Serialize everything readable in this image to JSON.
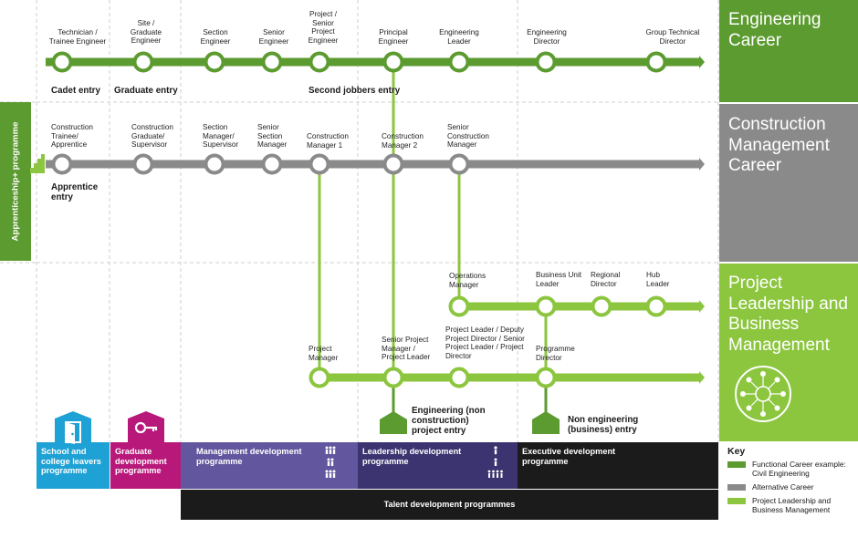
{
  "colors": {
    "engineering": "#5c9b30",
    "construction": "#8a8a8a",
    "project": "#8cc63f",
    "school": "#1ea1d4",
    "graduate": "#b8187a",
    "management": "#62579f",
    "leadership": "#3b3470",
    "executive": "#1b1b1b"
  },
  "panels": {
    "engineering": "Engineering Career",
    "construction": "Construction Management Career",
    "project": "Project Leadership and Business Management"
  },
  "apprenticeship_tab": "Apprenticeship+ programme",
  "engineering_roles": [
    "Technician / Trainee Engineer",
    "Site / Graduate Engineer",
    "Section Engineer",
    "Senior Engineer",
    "Project / Senior Project Engineer",
    "Principal Engineer",
    "Engineering Leader",
    "Engineering Director",
    "Group Technical Director"
  ],
  "engineering_entries": [
    "Cadet entry",
    "Graduate entry",
    "Second jobbers entry"
  ],
  "construction_roles": [
    "Construction Trainee/ Apprentice",
    "Construction Graduate/ Supervisor",
    "Section Manager/ Supervisor",
    "Senior Section Manager",
    "Construction Manager 1",
    "Construction Manager 2",
    "Senior Construction Manager"
  ],
  "construction_entries": [
    "Apprentice entry"
  ],
  "business_roles": [
    "Operations Manager",
    "Business Unit Leader",
    "Regional Director",
    "Hub Leader"
  ],
  "project_roles": [
    "Project Manager",
    "Senior Project Manager / Project Leader",
    "Project Leader / Deputy Project Director / Senior Project Leader / Project Director",
    "Programme Director"
  ],
  "project_entries": [
    "Engineering (non construction) project entry",
    "Non engineering (business) entry"
  ],
  "programmes": [
    "School and college leavers programme",
    "Graduate development programme",
    "Management development programme",
    "Leadership development programme",
    "Executive development programme"
  ],
  "talent_programme": "Talent development programmes",
  "key": {
    "title": "Key",
    "items": [
      "Functional Career example: Civil Engineering",
      "Alternative Career",
      "Project Leadership and Business Management"
    ]
  }
}
